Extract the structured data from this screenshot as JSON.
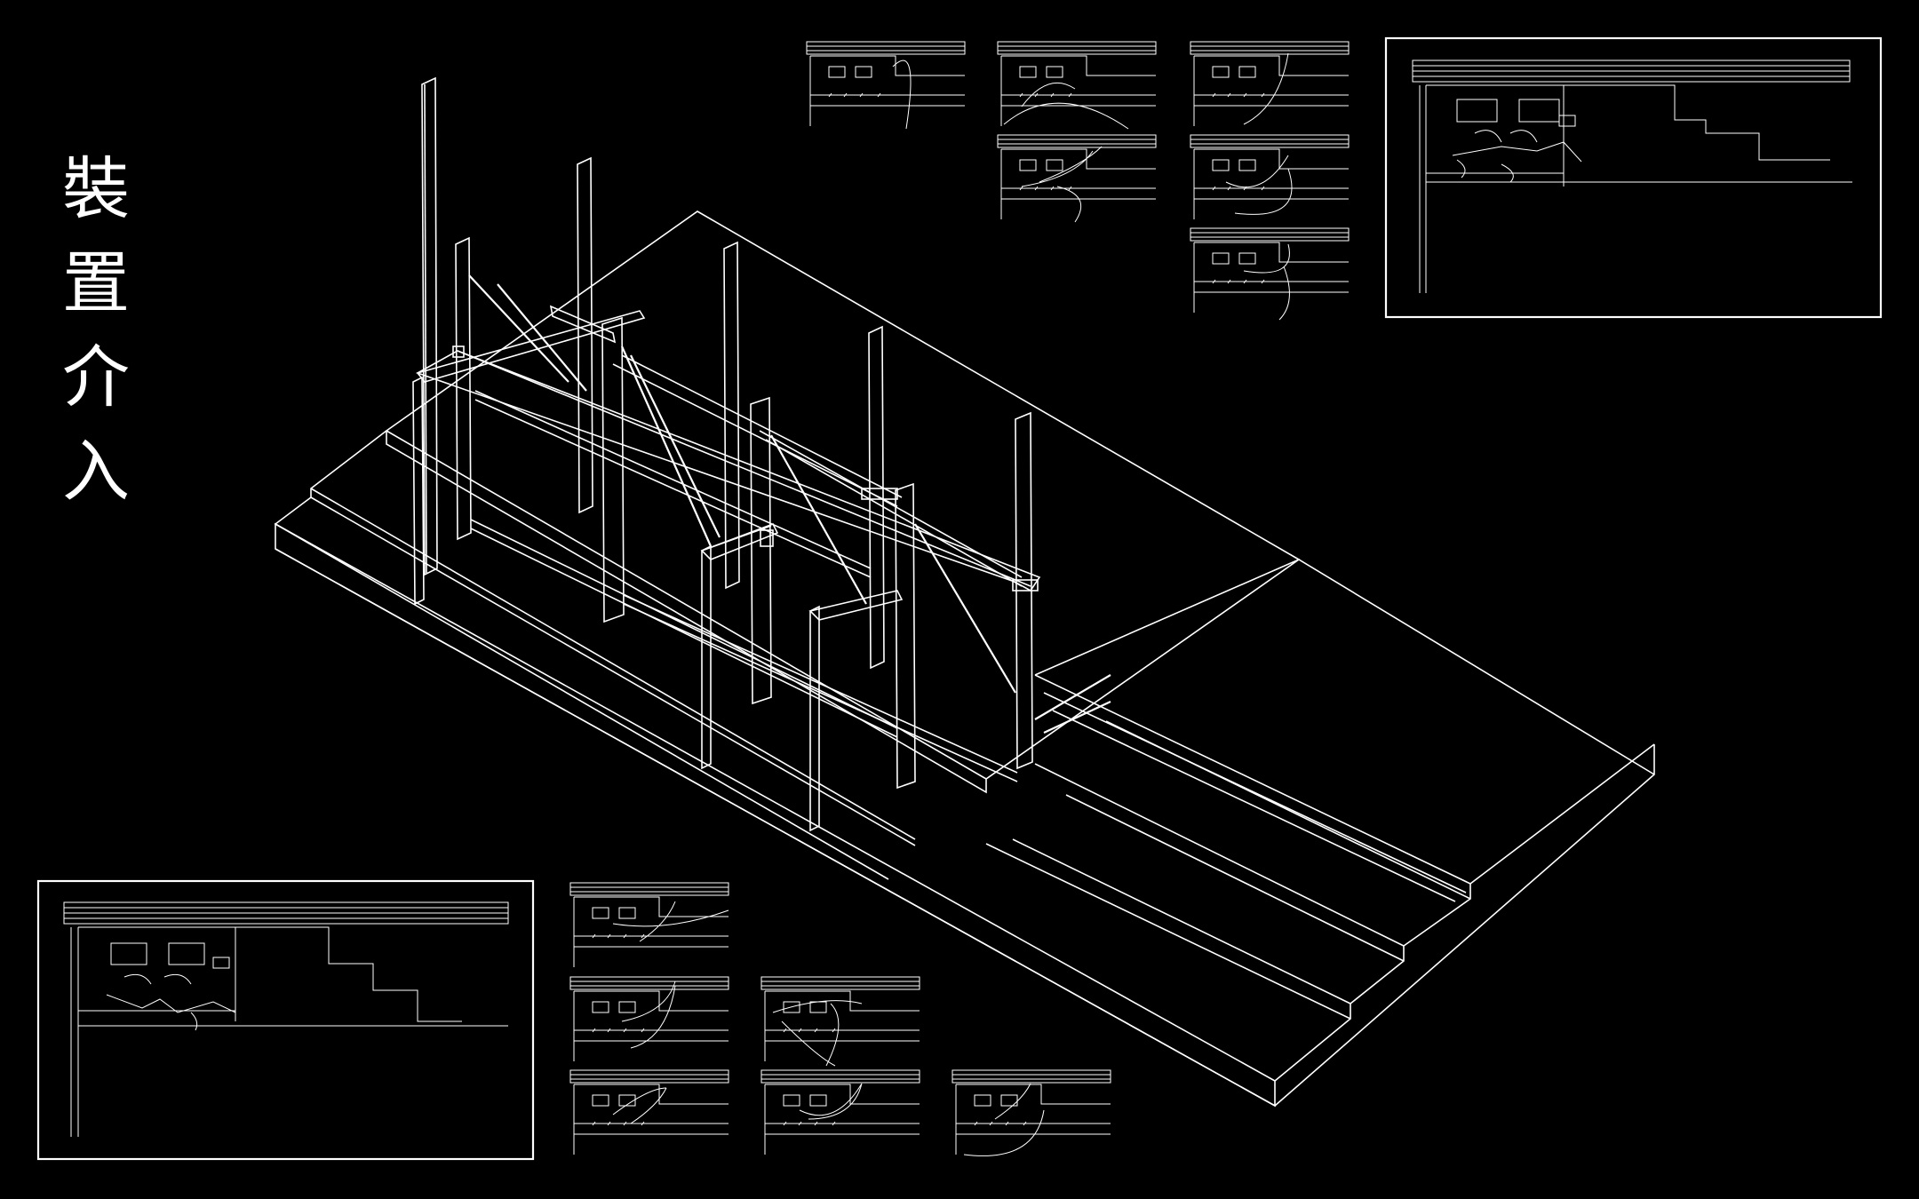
{
  "title_chars": [
    "裝",
    "置",
    "介",
    "入"
  ],
  "colors": {
    "background": "#000000",
    "line": "#ffffff"
  },
  "views": {
    "axonometric": "axonometric-frame-installation",
    "plan_large": 2,
    "plan_small": 12
  }
}
